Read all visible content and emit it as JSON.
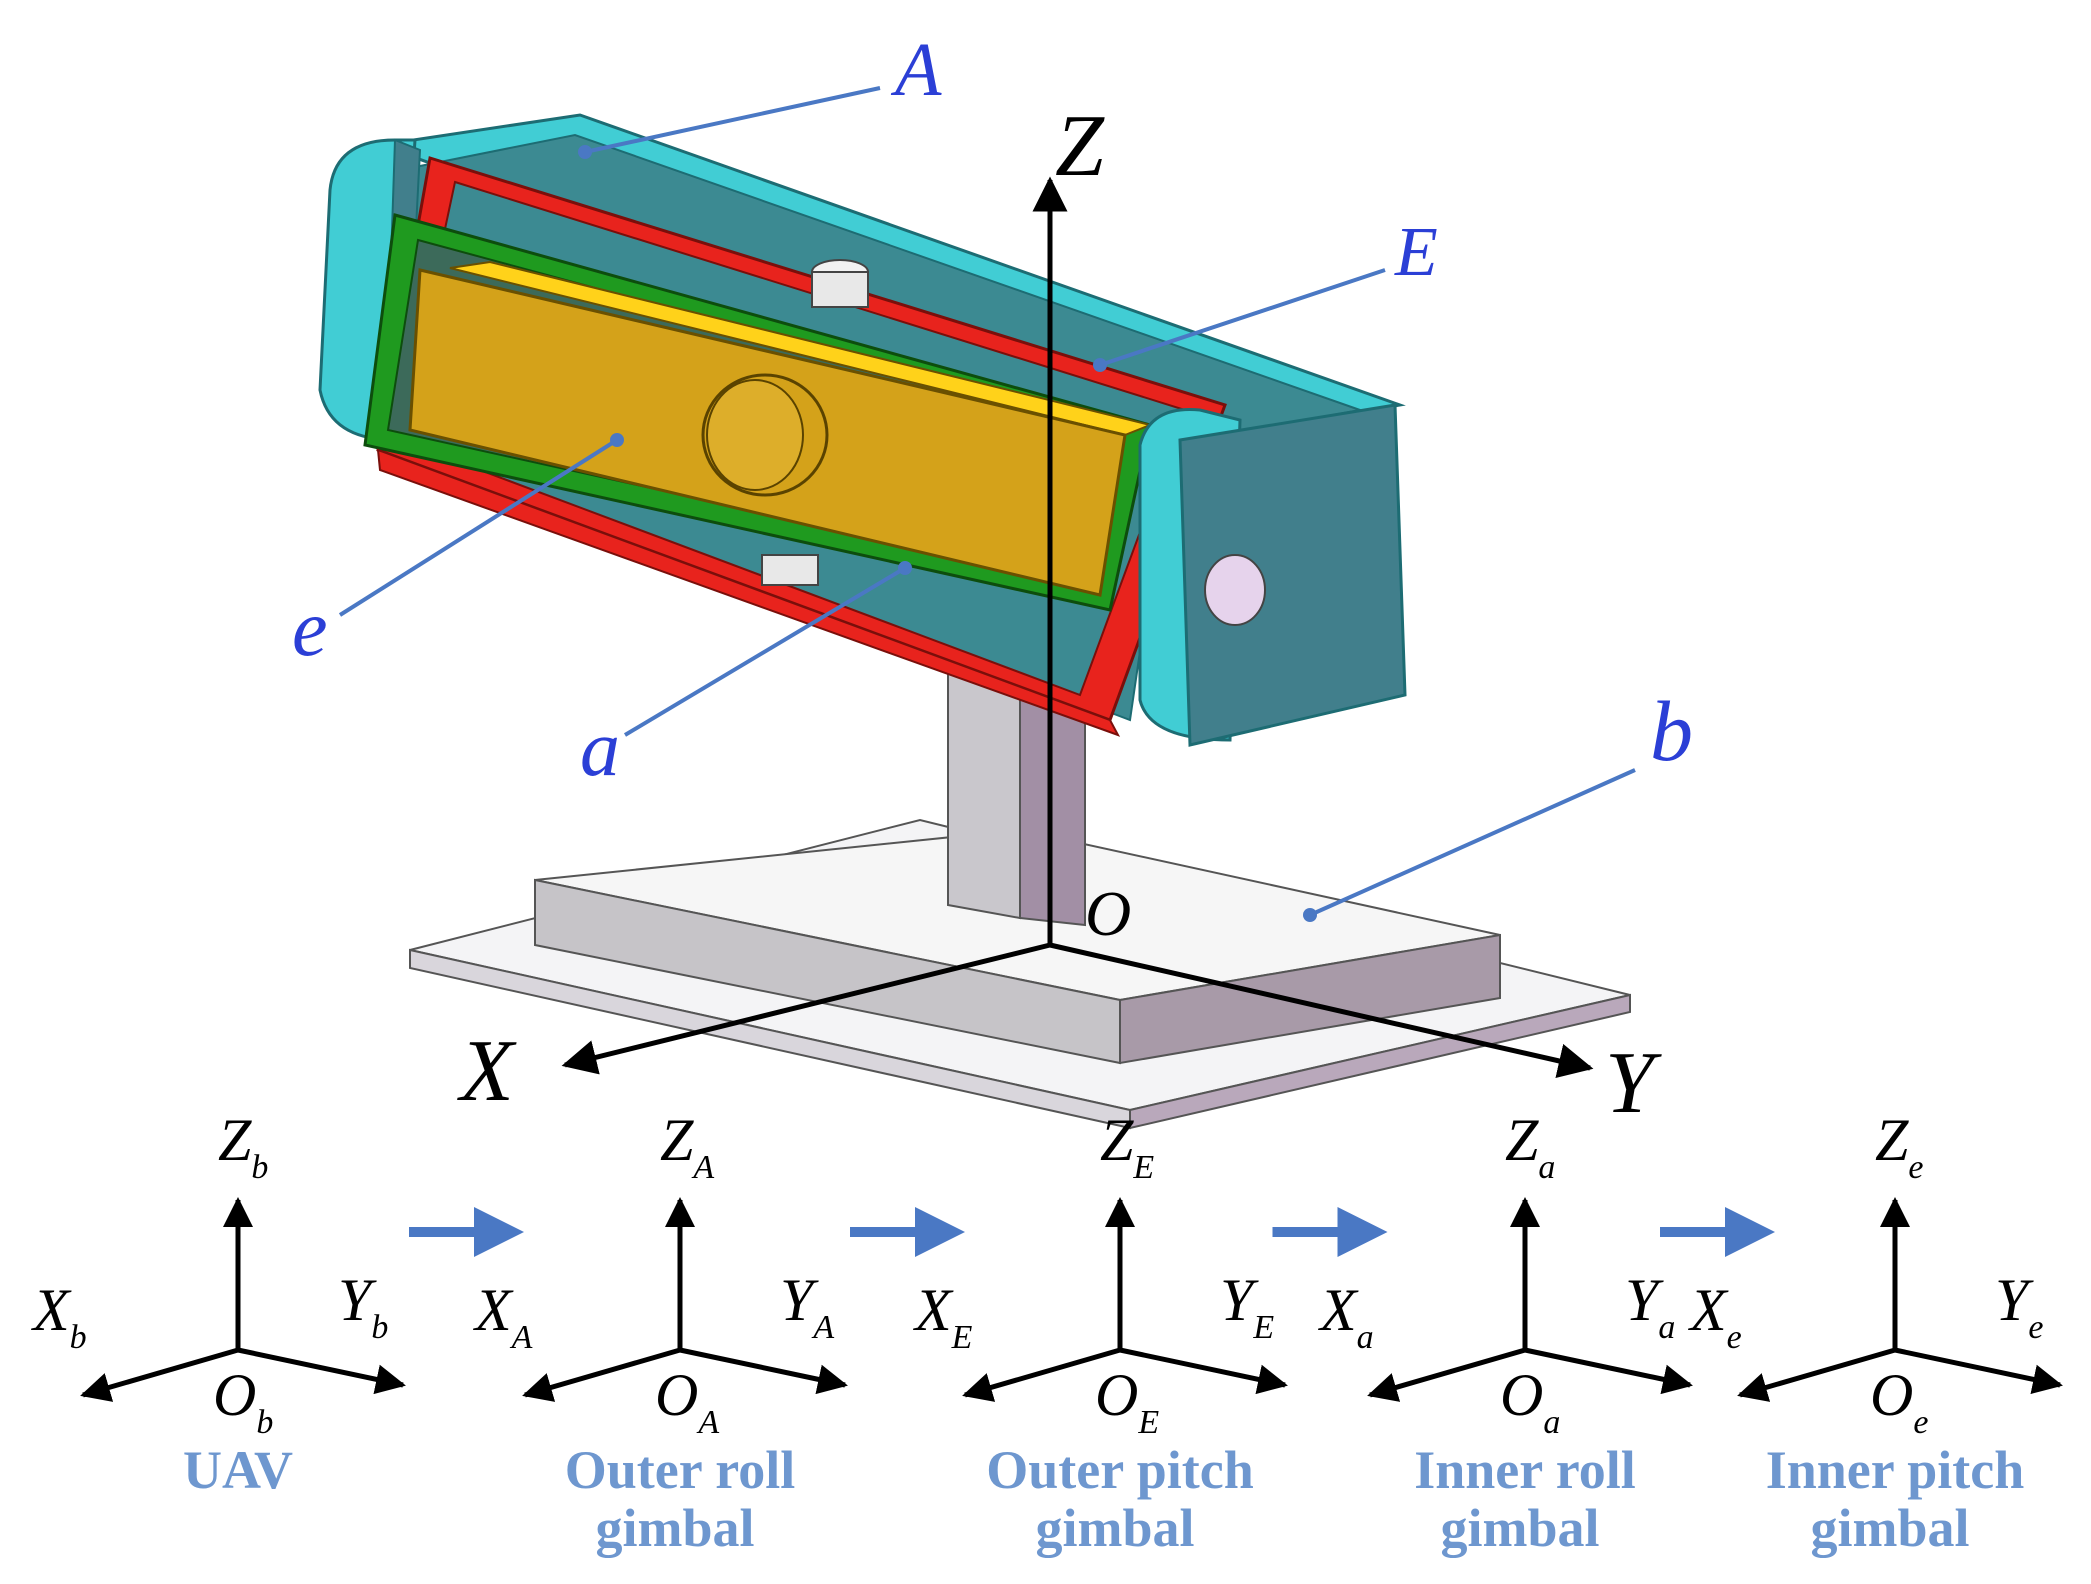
{
  "labels": {
    "A": "A",
    "E": "E",
    "e": "e",
    "a": "a",
    "b": "b"
  },
  "main_axes": {
    "x": "X",
    "y": "Y",
    "z": "Z",
    "origin": "O"
  },
  "frames": [
    {
      "id": "uav",
      "sub": "b",
      "caption": [
        "UAV"
      ]
    },
    {
      "id": "outer-roll",
      "sub": "A",
      "caption": [
        "Outer roll",
        "gimbal"
      ]
    },
    {
      "id": "outer-pitch",
      "sub": "E",
      "caption": [
        "Outer pitch",
        "gimbal"
      ]
    },
    {
      "id": "inner-roll",
      "sub": "a",
      "caption": [
        "Inner roll",
        "gimbal"
      ]
    },
    {
      "id": "inner-pitch",
      "sub": "e",
      "caption": [
        "Inner pitch",
        "gimbal"
      ]
    }
  ],
  "colors": {
    "outer_roll_frame": "#39c7cf",
    "outer_roll_side": "#417f8c",
    "outer_pitch_frame": "#e8231d",
    "inner_roll_frame": "#1f9a1f",
    "inner_pitch_body": "#d4a21a",
    "base": "#c9c7cc",
    "base_dark": "#a89aa8",
    "label_blue": "#2b3fd6",
    "leader_blue": "#4a78c4",
    "caption_blue": "#6e97cf",
    "arrow_blue": "#4a78c4"
  }
}
